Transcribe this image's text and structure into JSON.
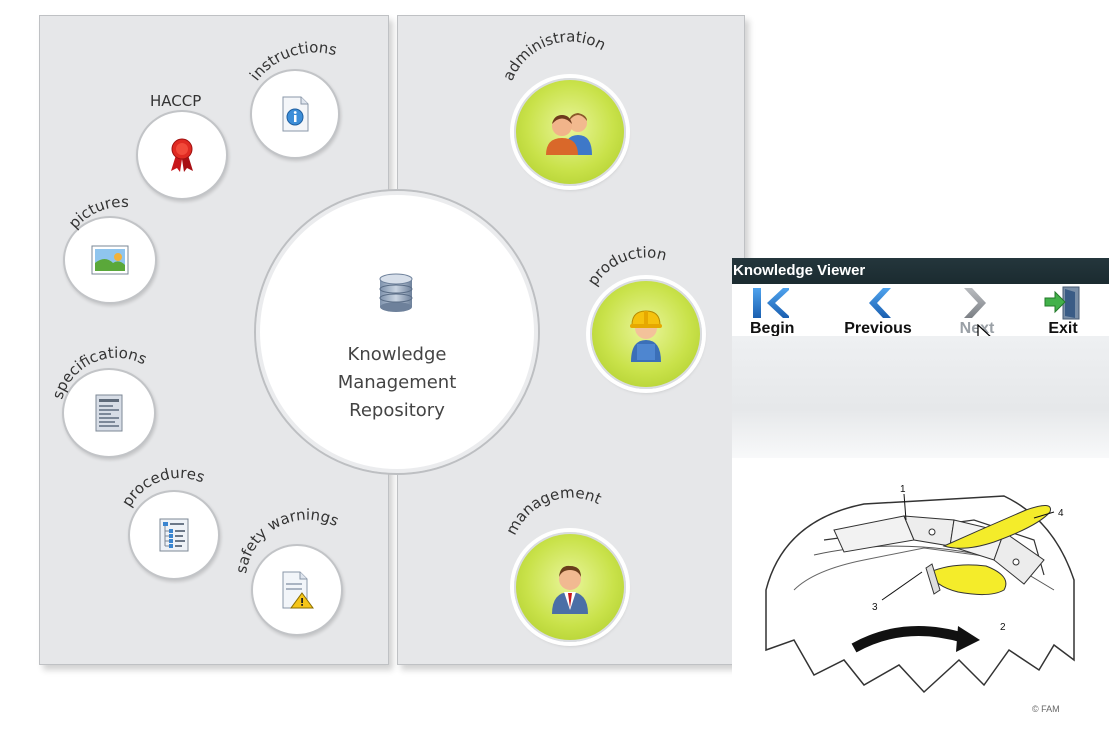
{
  "center": {
    "label_lines": [
      "Knowledge",
      "Management",
      "Repository"
    ],
    "icon": "database-icon"
  },
  "left_nodes": [
    {
      "key": "instructions",
      "label": "instructions",
      "icon": "info-document-icon"
    },
    {
      "key": "haccp",
      "label": "HACCP",
      "icon": "award-ribbon-icon"
    },
    {
      "key": "pictures",
      "label": "pictures",
      "icon": "picture-icon"
    },
    {
      "key": "specifications",
      "label": "specifications",
      "icon": "specification-document-icon"
    },
    {
      "key": "procedures",
      "label": "procedures",
      "icon": "procedure-tree-icon"
    },
    {
      "key": "safety_warnings",
      "label": "safety warnings",
      "icon": "warning-document-icon"
    }
  ],
  "right_nodes": [
    {
      "key": "administration",
      "label": "administration",
      "icon": "users-icon"
    },
    {
      "key": "production",
      "label": "production",
      "icon": "worker-icon"
    },
    {
      "key": "management",
      "label": "management",
      "icon": "manager-icon"
    }
  ],
  "viewer": {
    "title": "Knowledge Viewer",
    "buttons": [
      {
        "key": "begin",
        "label": "Begin",
        "icon": "skip-to-start-icon",
        "enabled": true
      },
      {
        "key": "previous",
        "label": "Previous",
        "icon": "chevron-left-icon",
        "enabled": true
      },
      {
        "key": "next",
        "label": "Next",
        "icon": "chevron-right-icon",
        "enabled": false
      },
      {
        "key": "exit",
        "label": "Exit",
        "icon": "exit-door-icon",
        "enabled": true
      }
    ],
    "illustration": {
      "callouts": [
        "1",
        "2",
        "3",
        "4"
      ],
      "credit": "© FAM"
    }
  },
  "colors": {
    "panel_bg": "#e6e7e9",
    "accent_green": "#c9e24a",
    "viewer_titlebar": "#1f3035",
    "button_blue": "#1f6fc0"
  }
}
